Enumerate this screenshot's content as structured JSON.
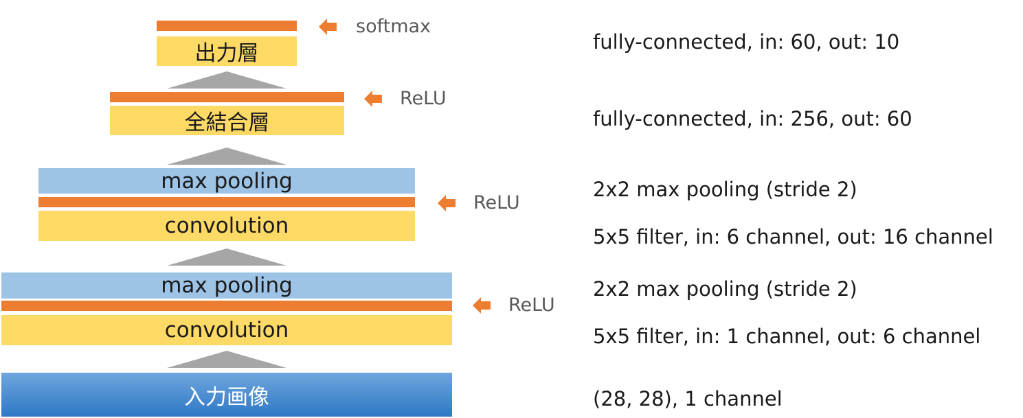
{
  "layers": {
    "output": "出力層",
    "fc": "全結合層",
    "pool2": "max pooling",
    "conv2": "convolution",
    "pool1": "max pooling",
    "conv1": "convolution",
    "input": "入力画像"
  },
  "activations": {
    "softmax": "softmax",
    "relu_fc": "ReLU",
    "relu_conv2": "ReLU",
    "relu_conv1": "ReLU"
  },
  "descriptions": {
    "output": "fully-connected, in: 60, out: 10",
    "fc": "fully-connected, in: 256, out: 60",
    "pool2": "2x2 max pooling (stride 2)",
    "conv2": "5x5 filter, in: 6 channel, out: 16 channel",
    "pool1": "2x2 max pooling (stride 2)",
    "conv1": "5x5 filter, in: 1 channel, out: 6 channel",
    "input": "(28, 28), 1 channel"
  },
  "colors": {
    "layer_yellow": "#fdd966",
    "pooling_blue": "#9dc3e6",
    "activation_orange": "#ed7d31",
    "input_blue": "#2e78c6",
    "flow_gray": "#a6a6a6"
  }
}
